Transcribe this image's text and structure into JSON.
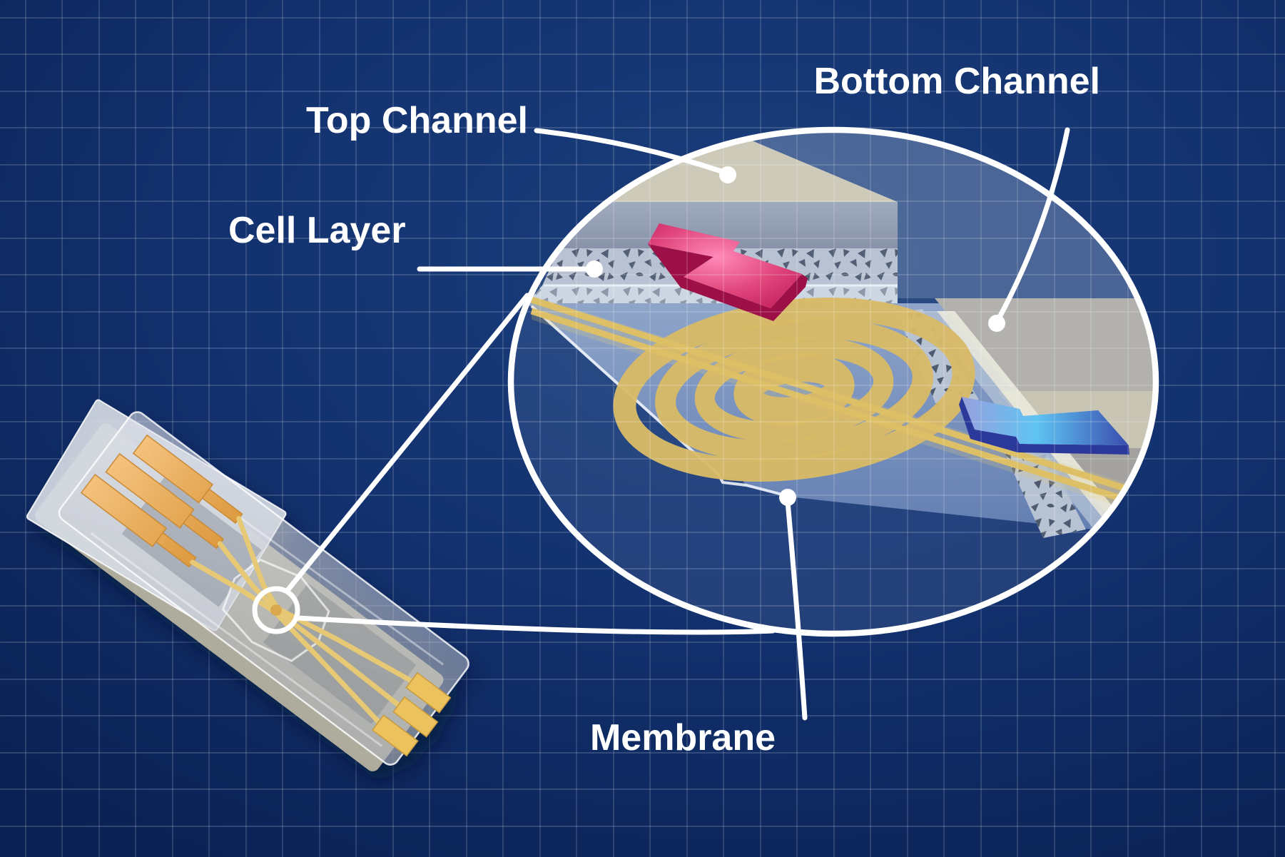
{
  "figure": {
    "title": "Organ-on-chip blueprint cross-section diagram",
    "labels": {
      "top_channel": "Top Channel",
      "bottom_channel": "Bottom Channel",
      "cell_layer": "Cell Layer",
      "membrane": "Membrane"
    },
    "callouts": [
      {
        "label": "Top Channel",
        "points_to": "beige channel slab top face"
      },
      {
        "label": "Bottom Channel",
        "points_to": "gray lower channel slab"
      },
      {
        "label": "Cell Layer",
        "points_to": "speckled tissue layer strip"
      },
      {
        "label": "Membrane",
        "points_to": "translucent blue membrane sheet"
      }
    ],
    "flow_arrows": [
      {
        "name": "top-channel-flow",
        "color": "#e0457b",
        "direction": "downward into top channel"
      },
      {
        "name": "bottom-channel-flow",
        "color": "#59c4f2",
        "direction": "leftward through bottom channel"
      }
    ],
    "colors": {
      "background": "#11306a",
      "grid_line": "rgba(255,255,255,0.20)",
      "label_text": "#ffffff",
      "annotation": "#ffffff",
      "channel_beige": "#cdcaba",
      "wall_gray": "#97a1b6",
      "cell_layer_blue": "#b8c2d2",
      "membrane_blue": "#a8bedd",
      "electrode_gold": "#d9ba67",
      "pink_arrow": "#e0457b",
      "pink_arrow_dark": "#9c1047",
      "blue_arrow_mid": "#59c4f2",
      "blue_arrow_dark": "#2b3a9a",
      "chip_pad_gold": "#eba85c"
    }
  }
}
